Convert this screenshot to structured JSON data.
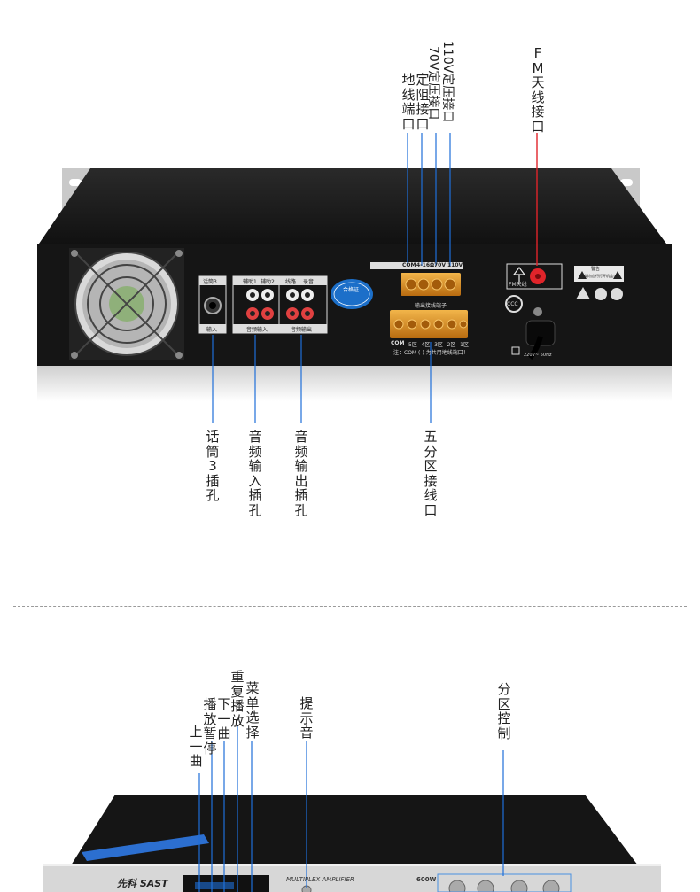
{
  "rear_panel": {
    "top_labels": {
      "ground": "地线端口",
      "fixed_res": "定阻接口",
      "v70_label": "70V定压接口",
      "v110_label": "110V定压接口",
      "fm_antenna": "FM天线接口"
    },
    "bottom_labels": {
      "mic3": "话筒3插孔",
      "audio_in": "音频输入插孔",
      "audio_out": "音频输出插孔",
      "zones": "五分区接线口"
    },
    "panel_text": {
      "terminal_header": "COM",
      "res_tag": "4-16Ω",
      "v70": "70V",
      "v110": "110V",
      "zone_terminal_title": "输出接线端子",
      "zone_com": "COM",
      "zone_names": [
        "5区",
        "4区",
        "3区",
        "2区",
        "1区"
      ],
      "zone_note": "注：COM (-) 为共用地线端口！",
      "mic3_box": "话筒3",
      "mic3_input": "输入",
      "aux1": "辅助1",
      "aux2": "辅助2",
      "audio_input_caption": "音频输入",
      "line_label": "线路",
      "record_label": "录音",
      "audio_output_caption": "音频输出",
      "fm_box": "FM天线",
      "power_spec": "220V~ 50Hz",
      "warning_title": "警告",
      "warning_text": "请勿自行打开机盖！",
      "ccc": "CCC",
      "cert_sticker": "合格证"
    }
  },
  "front_panel": {
    "top_labels": {
      "prev": "上一曲",
      "play_pause": "播放暂停",
      "next": "下一曲",
      "repeat": "重复播放",
      "menu": "菜单选择",
      "prompt": "提示音",
      "zone_ctrl": "分区控制"
    },
    "brand": "先科 SAST",
    "model": "MULTIPLEX AMPLIFIER",
    "power": "600W"
  },
  "colors": {
    "leader": "#1e6fd9",
    "chassis": "#1c1c1c",
    "label_text": "#222222",
    "terminal": "#d8891c",
    "fm_connector": "#e0242a"
  }
}
